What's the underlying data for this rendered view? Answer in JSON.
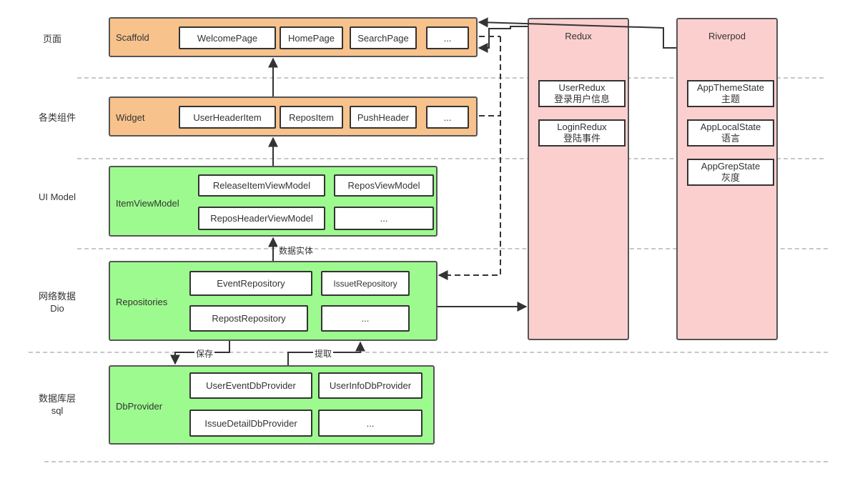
{
  "layers": {
    "page": "页面",
    "widgets": "各类组件",
    "ui_model": "UI Model",
    "network": [
      "网络数据",
      "Dio"
    ],
    "database": [
      "数据库层",
      "sql"
    ]
  },
  "scaffold": {
    "title": "Scaffold",
    "items": [
      "WelcomePage",
      "HomePage",
      "SearchPage",
      "..."
    ]
  },
  "widget": {
    "title": "Widget",
    "items": [
      "UserHeaderItem",
      "ReposItem",
      "PushHeader",
      "..."
    ]
  },
  "item_view_model": {
    "title": "ItemViewModel",
    "items": [
      "ReleaseItemViewModel",
      "ReposViewModel",
      "ReposHeaderViewModel",
      "..."
    ]
  },
  "repositories": {
    "title": "Repositories",
    "items": [
      "EventRepository",
      "IssuetRepository",
      "RepostRepository",
      "..."
    ]
  },
  "db_provider": {
    "title": "DbProvider",
    "items": [
      "UserEventDbProvider",
      "UserInfoDbProvider",
      "IssueDetailDbProvider",
      "..."
    ]
  },
  "redux": {
    "title": "Redux",
    "items": [
      {
        "name": "UserRedux",
        "desc": "登录用户信息"
      },
      {
        "name": "LoginRedux",
        "desc": "登陆事件"
      }
    ]
  },
  "riverpod": {
    "title": "Riverpod",
    "items": [
      {
        "name": "AppThemeState",
        "desc": "主题"
      },
      {
        "name": "AppLocalState",
        "desc": "语言"
      },
      {
        "name": "AppGrepState",
        "desc": "灰度"
      }
    ]
  },
  "edge_labels": {
    "data_entity": "数据实体",
    "save": "保存",
    "fetch": "提取"
  },
  "colors": {
    "orange_fill": "#f8c28c",
    "green_fill": "#9dfa8e",
    "pink_fill": "#fccfcf",
    "line": "#333333",
    "separator": "#c8c8c8"
  }
}
